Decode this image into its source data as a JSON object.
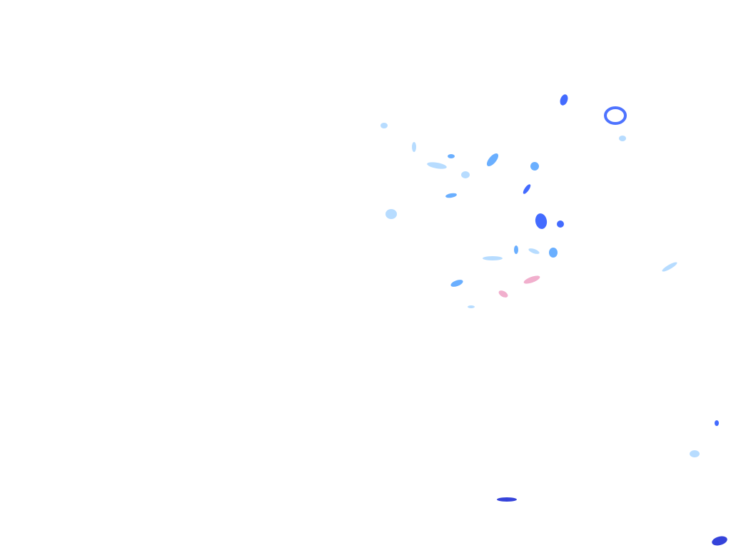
{
  "map": {
    "layer": "precipitation-radar-overlay",
    "background_color": "#ffffff",
    "intensity_colors": {
      "light": "#9fd0ff",
      "moderate": "#5aa6ff",
      "heavy": "#2f5bff",
      "very_heavy": "#1f2fd6",
      "mixed": "#f0a6c8"
    },
    "cells": [
      {
        "intensity": "heavy"
      },
      {
        "intensity": "heavy"
      },
      {
        "intensity": "moderate"
      },
      {
        "intensity": "light"
      },
      {
        "intensity": "moderate"
      },
      {
        "intensity": "heavy"
      },
      {
        "intensity": "moderate"
      },
      {
        "intensity": "light"
      },
      {
        "intensity": "light"
      },
      {
        "intensity": "moderate"
      },
      {
        "intensity": "heavy"
      },
      {
        "intensity": "heavy"
      },
      {
        "intensity": "moderate"
      },
      {
        "intensity": "light"
      },
      {
        "intensity": "mixed"
      },
      {
        "intensity": "mixed"
      },
      {
        "intensity": "moderate"
      },
      {
        "intensity": "light"
      },
      {
        "intensity": "light"
      },
      {
        "intensity": "moderate"
      },
      {
        "intensity": "light"
      },
      {
        "intensity": "light"
      },
      {
        "intensity": "heavy"
      },
      {
        "intensity": "very_heavy"
      },
      {
        "intensity": "very_heavy"
      },
      {
        "intensity": "light"
      },
      {
        "intensity": "light"
      },
      {
        "intensity": "light"
      }
    ]
  }
}
